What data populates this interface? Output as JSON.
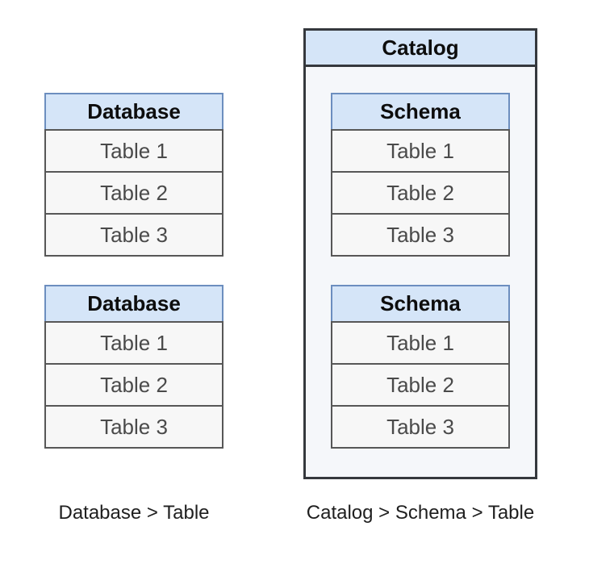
{
  "colors": {
    "canvas-bg": "#ffffff",
    "header-fill": "#d5e5f8",
    "header-border": "#6c8ebf",
    "header-text": "#0d0d0d",
    "row-fill": "#f7f7f7",
    "row-border": "#575757",
    "row-text": "#4a4a4a",
    "container-fill": "#f5f7fa",
    "container-border": "#35383d",
    "caption-text": "#1f1f1f"
  },
  "left_diagram": {
    "caption": "Database > Table",
    "tables": [
      {
        "header": "Database",
        "rows": [
          "Table 1",
          "Table 2",
          "Table 3"
        ]
      },
      {
        "header": "Database",
        "rows": [
          "Table 1",
          "Table 2",
          "Table 3"
        ]
      }
    ]
  },
  "right_diagram": {
    "container_label": "Catalog",
    "caption": "Catalog > Schema > Table",
    "tables": [
      {
        "header": "Schema",
        "rows": [
          "Table 1",
          "Table 2",
          "Table 3"
        ]
      },
      {
        "header": "Schema",
        "rows": [
          "Table 1",
          "Table 2",
          "Table 3"
        ]
      }
    ]
  }
}
